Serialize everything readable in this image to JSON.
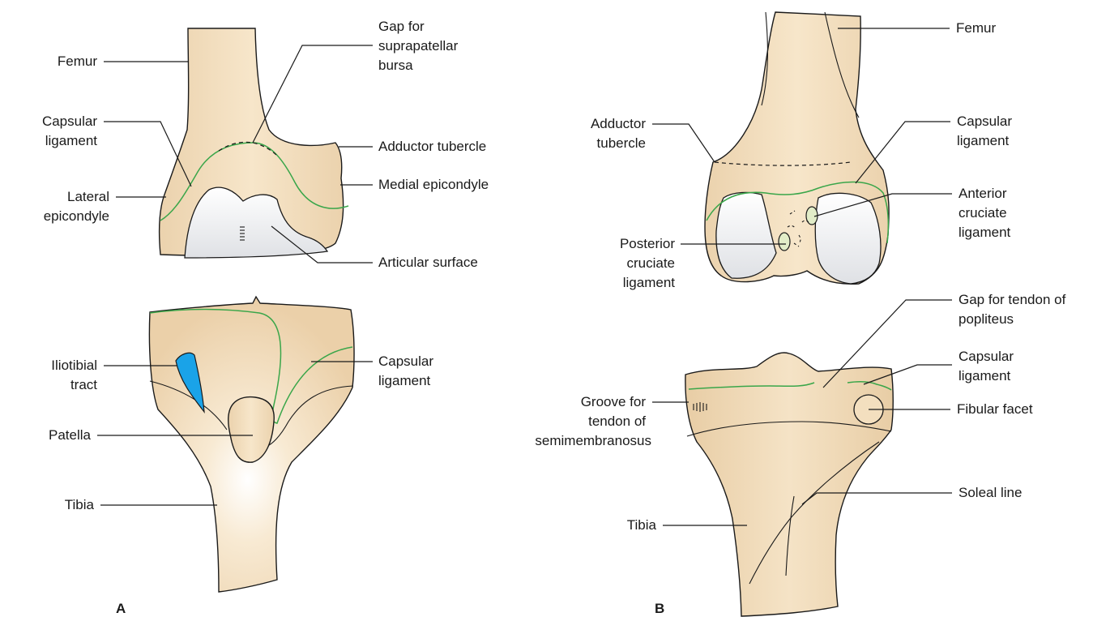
{
  "panels": {
    "a": {
      "letter": "A",
      "labels": {
        "femur": "Femur",
        "gap_1": "Gap for",
        "gap_2": "suprapatellar",
        "gap_3": "bursa",
        "capsular_1": "Capsular",
        "capsular_2": "ligament",
        "adductor": "Adductor tubercle",
        "lateral_1": "Lateral",
        "lateral_2": "epicondyle",
        "medial": "Medial epicondyle",
        "articular": "Articular surface",
        "iliotibial_1": "Iliotibial",
        "iliotibial_2": "tract",
        "capsular2_1": "Capsular",
        "capsular2_2": "ligament",
        "patella": "Patella",
        "tibia": "Tibia"
      }
    },
    "b": {
      "letter": "B",
      "labels": {
        "femur": "Femur",
        "adductor_1": "Adductor",
        "adductor_2": "tubercle",
        "capsular_1": "Capsular",
        "capsular_2": "ligament",
        "acl_1": "Anterior",
        "acl_2": "cruciate",
        "acl_3": "ligament",
        "pcl_1": "Posterior",
        "pcl_2": "cruciate",
        "pcl_3": "ligament",
        "gap_1": "Gap for tendon of",
        "gap_2": "popliteus",
        "capsular2_1": "Capsular",
        "capsular2_2": "ligament",
        "groove_1": "Groove for",
        "groove_2": "tendon of",
        "groove_3": "semimembranosus",
        "fibular": "Fibular facet",
        "soleal": "Soleal line",
        "tibia": "Tibia"
      }
    }
  },
  "colors": {
    "bone": "#f3dfbf",
    "bone_shade": "#e6c9a0",
    "cartilage": "#f4f5f7",
    "capsular_line": "#3aa64a",
    "iliotibial_tract": "#1aa3e8",
    "cruciate": "#e2edc8"
  }
}
